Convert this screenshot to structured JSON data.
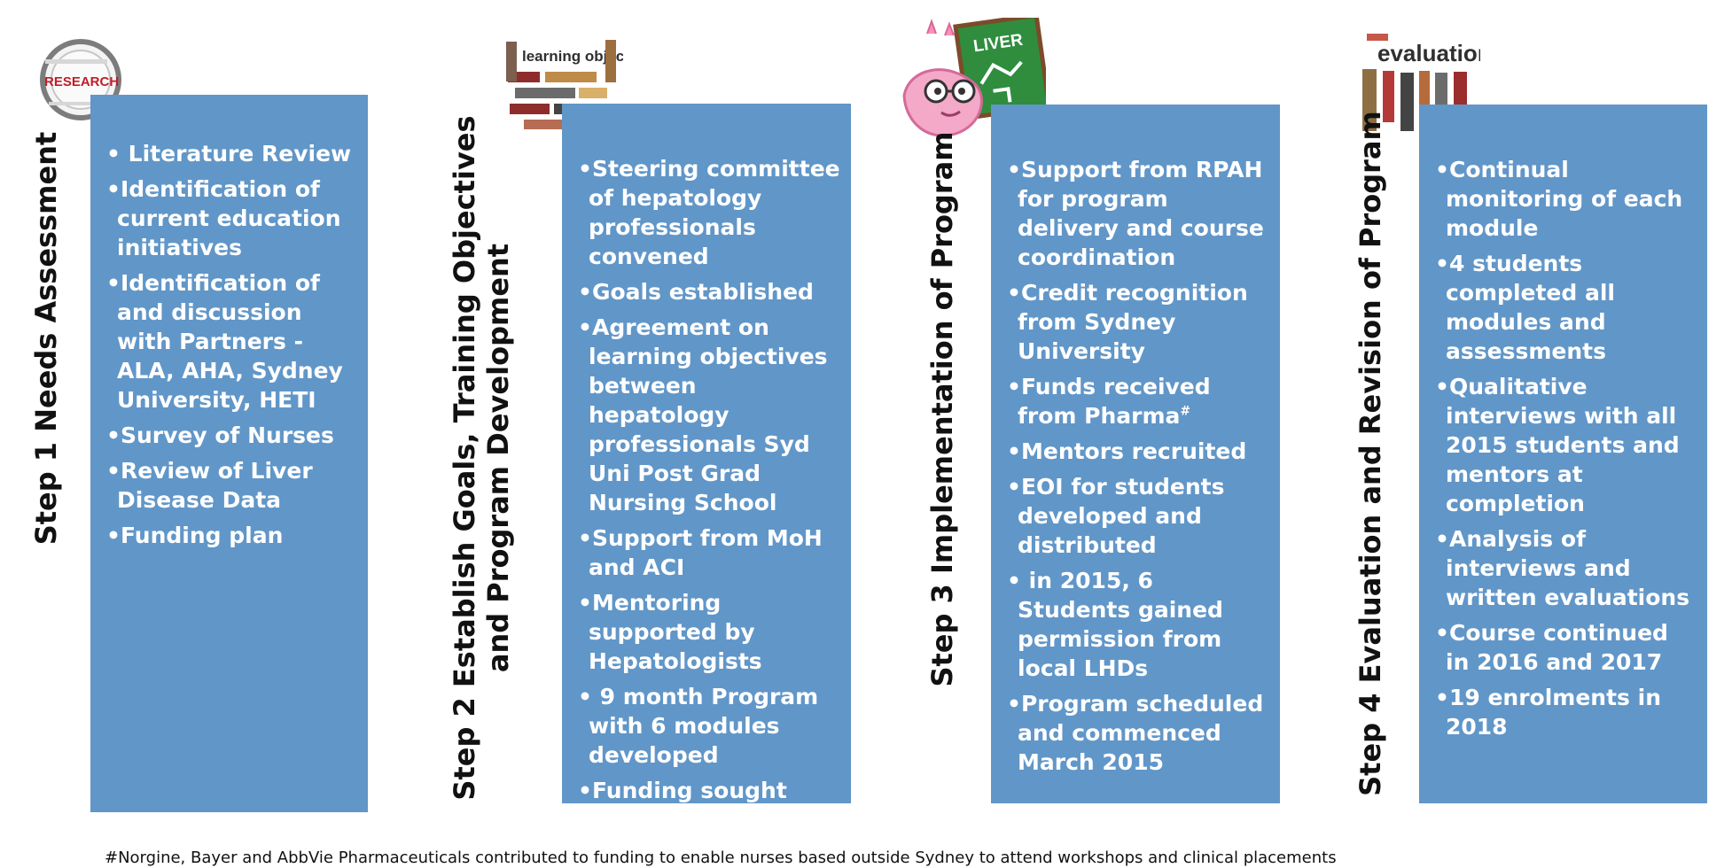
{
  "steps": [
    {
      "title_lines": [
        "Step 1 Needs Assessment"
      ],
      "image_label": "RESEARCH",
      "image_icon": "magnifying-glass-icon",
      "items": [
        "• Literature Review",
        "•Identification of current education initiatives",
        "•Identification of and discussion with Partners - ALA, AHA, Sydney University, HETI",
        "•Survey of Nurses",
        "•Review of Liver Disease Data",
        "•Funding plan"
      ]
    },
    {
      "title_lines": [
        "Step 2 Establish  Goals, Training Objectives",
        "and Program Development"
      ],
      "image_label": "learning objectives",
      "image_icon": "word-cloud-icon",
      "items": [
        "•Steering committee of hepatology professionals convened",
        "•Goals established",
        "•Agreement on learning objectives between hepatology professionals Syd Uni Post Grad Nursing School",
        "•Support from MoH and ACI",
        "•Mentoring supported by Hepatologists",
        "• 9 month Program with 6 modules developed",
        "•Funding sought"
      ]
    },
    {
      "title_lines": [
        "Step 3 Implementation  of Program"
      ],
      "image_label": "LIVER",
      "image_icon": "liver-board-icon",
      "items": [
        "•Support from RPAH for program delivery and course coordination",
        "•Credit  recognition from Sydney University",
        "•Funds received from Pharma#",
        "•Mentors recruited",
        "•EOI for students developed and distributed",
        "• in 2015, 6 Students gained permission from local LHDs",
        "•Program scheduled and commenced March 2015"
      ]
    },
    {
      "title_lines": [
        "Step 4 Evaluation  and Revision of Program"
      ],
      "image_label": "evaluation",
      "image_icon": "word-cloud-icon",
      "items": [
        "•Continual monitoring of each module",
        "•4 students completed all modules and assessments",
        "•Qualitative interviews with all 2015 students and mentors at completion",
        "•Analysis of interviews and written evaluations",
        "•Course continued in 2016 and 2017",
        "•19 enrolments in 2018"
      ]
    }
  ],
  "footnote": "#Norgine, Bayer and AbbVie Pharmaceuticals contributed to funding to enable nurses based outside Sydney to attend workshops and clinical placements",
  "colors": {
    "panel": "#6196c8",
    "text_on_panel": "#ffffff",
    "title": "#111111"
  }
}
